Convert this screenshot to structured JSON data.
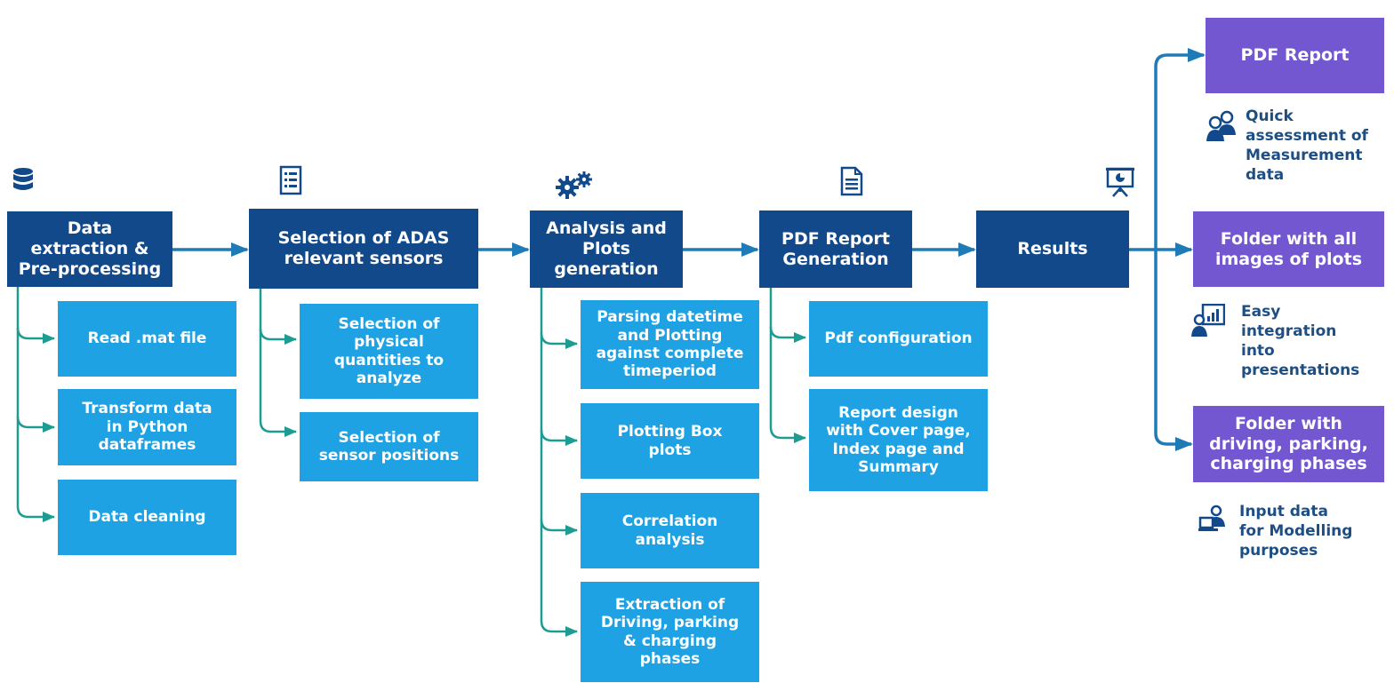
{
  "stages": [
    {
      "id": "data_extraction",
      "label": "Data\nextraction &\nPre-processing",
      "icon": "database-icon",
      "children": [
        "Read .mat file",
        "Transform data\nin Python\ndataframes",
        "Data cleaning"
      ]
    },
    {
      "id": "selection",
      "label": "Selection of ADAS\nrelevant sensors",
      "icon": "checklist-icon",
      "children": [
        "Selection of\nphysical\nquantities to\nanalyze",
        "Selection of\nsensor positions"
      ]
    },
    {
      "id": "analysis",
      "label": "Analysis and\nPlots\ngeneration",
      "icon": "gears-icon",
      "children": [
        "Parsing datetime\nand Plotting\nagainst complete\ntimeperiod",
        "Plotting Box\nplots",
        "Correlation\nanalysis",
        "Extraction of\nDriving, parking\n& charging\nphases"
      ]
    },
    {
      "id": "pdf_generation",
      "label": "PDF Report\nGeneration",
      "icon": "document-icon",
      "children": [
        "Pdf configuration",
        "Report design\nwith Cover page,\nIndex page and\nSummary"
      ]
    },
    {
      "id": "results",
      "label": "Results",
      "icon": "presentation-icon",
      "children": []
    }
  ],
  "outputs": [
    {
      "label": "PDF Report",
      "note": "Quick\nassessment of\nMeasurement\ndata",
      "note_icon": "users-icon"
    },
    {
      "label": "Folder with all\nimages of plots",
      "note": "Easy\nintegration\ninto\npresentations",
      "note_icon": "presenter-chart-icon"
    },
    {
      "label": "Folder with\ndriving, parking,\ncharging phases",
      "note": "Input data\nfor Modelling\npurposes",
      "note_icon": "user-laptop-icon"
    }
  ],
  "colors": {
    "main": "#12498b",
    "sub": "#1fa2e3",
    "output": "#7357d1",
    "flow_arrow": "#1f7ab8",
    "branch_arrow": "#1d9c94"
  }
}
